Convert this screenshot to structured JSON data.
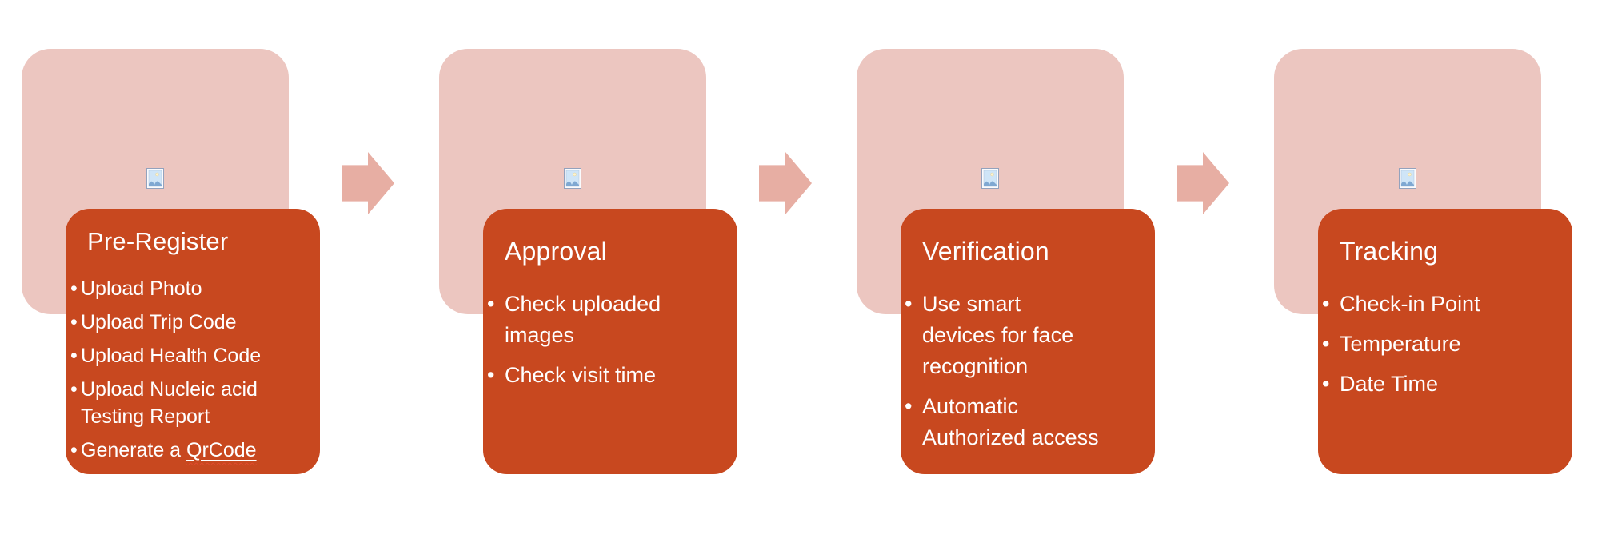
{
  "diagram": {
    "kind": "process-flow-smartart",
    "colors": {
      "card_fill": "#c8481f",
      "placeholder_fill": "#ecc6c0",
      "arrow_fill": "#e7aea3",
      "text": "#ffffff",
      "spellcheck_underline": "#e14a2e"
    },
    "icons": {
      "placeholder": "image-placeholder-icon",
      "connector": "right-block-arrow-icon"
    },
    "steps": [
      {
        "title": "Pre-Register",
        "bullets": [
          "Upload Photo",
          "Upload Trip Code",
          "Upload Health Code",
          "Upload Nucleic acid\nTesting Report"
        ],
        "qr_bullet": {
          "text": "Generate a ",
          "underlined": "QrCode"
        }
      },
      {
        "title": "Approval",
        "bullets": [
          "Check uploaded\nimages",
          "Check visit time"
        ]
      },
      {
        "title": "Verification",
        "bullets": [
          "Use smart\ndevices for face\nrecognition",
          "Automatic\nAuthorized access"
        ]
      },
      {
        "title": "Tracking",
        "bullets": [
          "Check-in Point",
          "Temperature",
          "Date Time"
        ]
      }
    ],
    "bullet_glyph": "•"
  }
}
